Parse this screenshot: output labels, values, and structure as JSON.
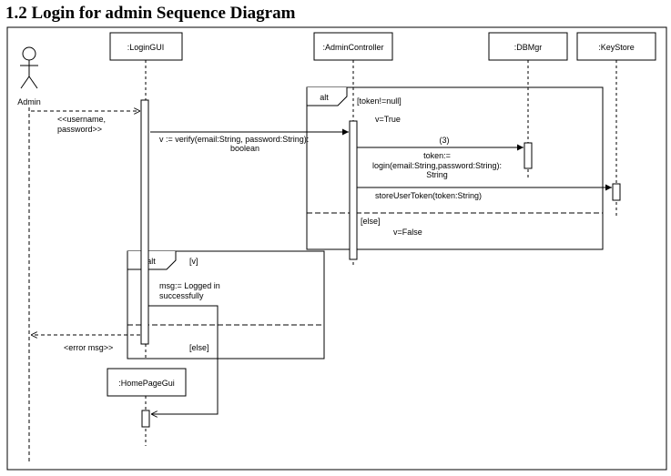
{
  "title": "1.2 Login for admin Sequence Diagram",
  "actor": {
    "label": "Admin"
  },
  "lifelines": {
    "login_gui": ":LoginGUI",
    "admin_controller": ":AdminController",
    "db_mgr": ":DBMgr",
    "key_store": ":KeyStore",
    "home_page_gui": ":HomePageGui"
  },
  "messages": {
    "credentials_line1": "<<username,",
    "credentials_line2": "password>>",
    "verify_line1": "v := verify(email:String, password:String):",
    "verify_line2": "boolean",
    "db_seq": "(3)",
    "db_line1": "token:=",
    "db_line2": "login(email:String,password:String):",
    "db_line3": "String",
    "store_token": "storeUserToken(token:String)",
    "success_line1": "msg:= Logged in",
    "success_line2": "successfully",
    "error_msg": "<error msg>>"
  },
  "fragments": {
    "upper": {
      "operator": "alt",
      "guard_if": "[token!=null]",
      "if_action": "v=True",
      "guard_else": "[else]",
      "else_action": "v=False"
    },
    "lower": {
      "operator": "alt",
      "guard_if": "[v]",
      "guard_else": "[else]"
    }
  }
}
